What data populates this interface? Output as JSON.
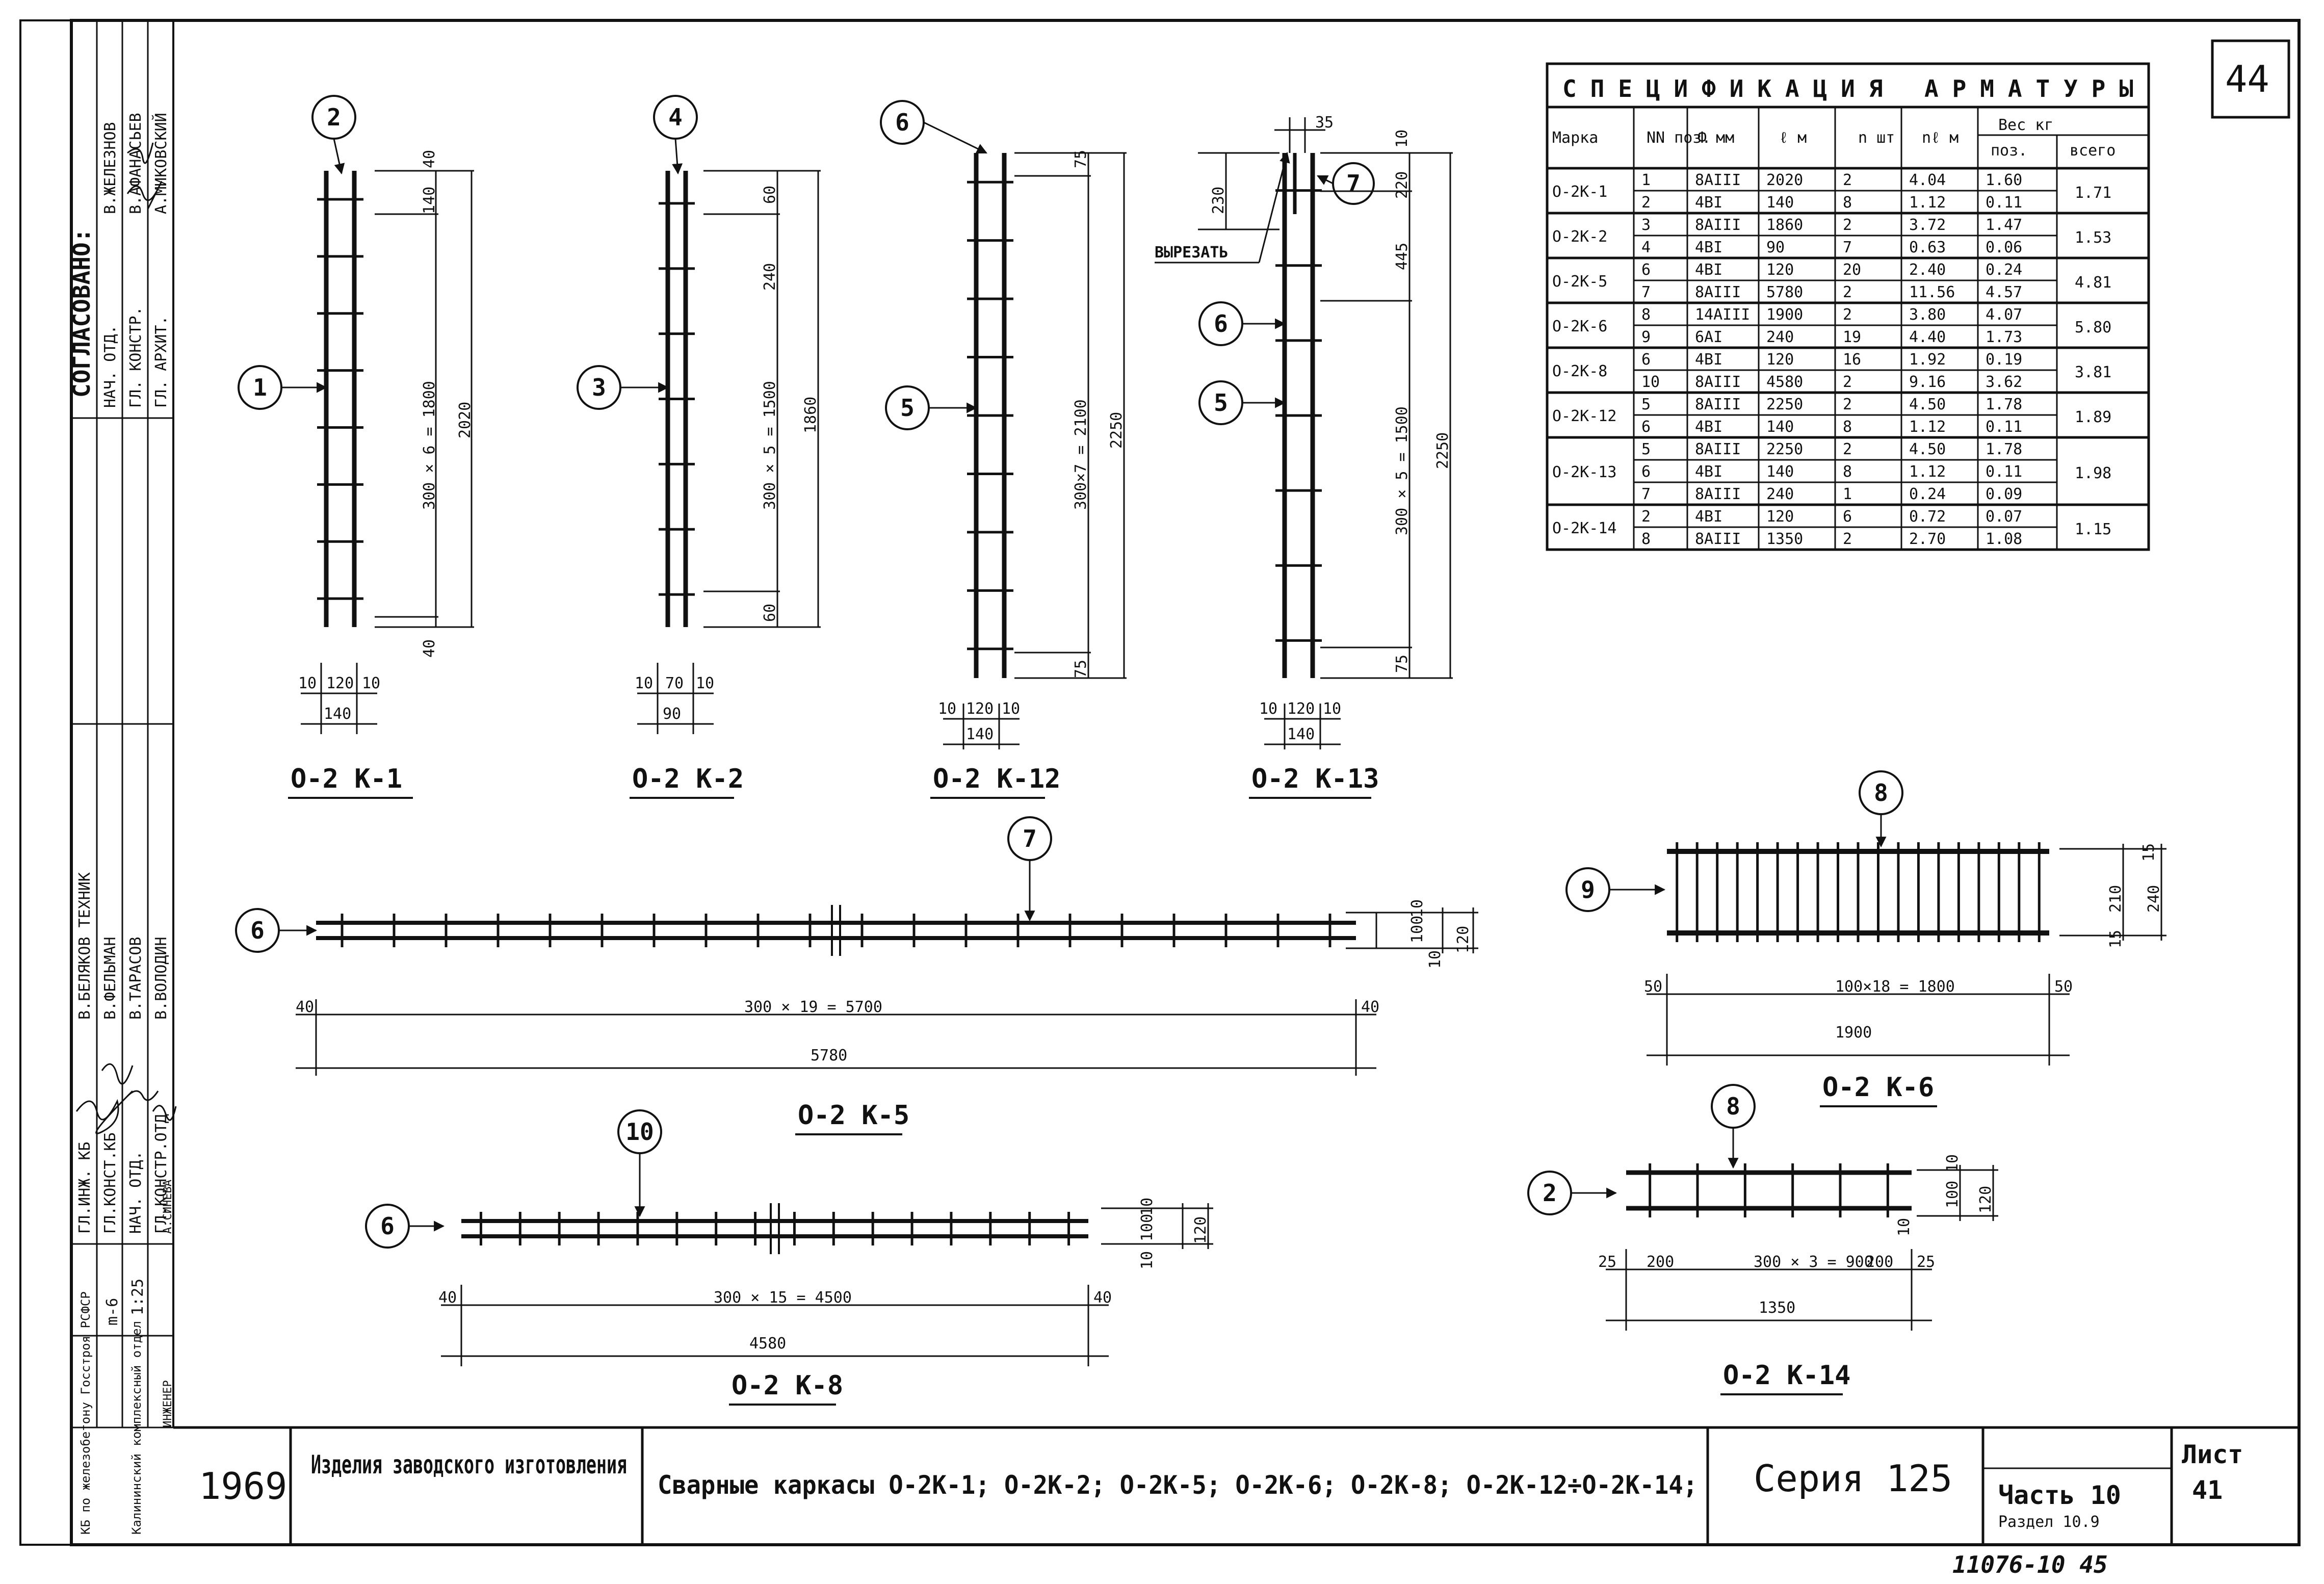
{
  "sheet": {
    "sheet_number": "44",
    "bottom_note": "11076-10 45"
  },
  "approval": {
    "title": "СОГЛАСОВАНО:",
    "rows": [
      {
        "role": "НАЧ. ОТД.",
        "name": "В.ЖЕЛЕЗНОВ"
      },
      {
        "role": "ГЛ. КОНСТР.",
        "name": "В.АФАНАСЬЕВ"
      },
      {
        "role": "ГЛ. АРХИТ.",
        "name": "А.МИКОВСКИЙ"
      }
    ],
    "staff": [
      {
        "role": "ГЛ.ИНЖ. КБ",
        "name": "В.БЕЛЯКОВ ТЕХНИК"
      },
      {
        "role": "ГЛ.КОНСТ.КБ",
        "name": "В.ФЕЛЬМАН"
      },
      {
        "role": "НАЧ. ОТД.",
        "name": "В.ТАРАСОВ"
      },
      {
        "role": "ГЛ.КОНСТР.ОТД",
        "name": "В.ВОЛОДИН"
      },
      {
        "role": "ИНЖЕНЕР",
        "name": "А.СИНЕВА"
      }
    ],
    "sheet_code": "m-6",
    "scale": "1:25",
    "org": "КБ по железобетону Госстроя РСФСР",
    "org_dept": "Калининский комплексный отдел"
  },
  "title_block": {
    "year": "1969",
    "product": "Изделия заводского изготовления",
    "title": "Сварные каркасы О-2К-1; О-2К-2; О-2К-5; О-2К-6; О-2К-8; О-2К-12÷О-2К-14;",
    "series": "Серия 125",
    "part": "Часть 10",
    "section": "Раздел 10.9",
    "sheet_label": "Лист",
    "sheet_no": "41"
  },
  "spec": {
    "title": "СПЕЦИФИКАЦИЯ АРМАТУРЫ",
    "headers": [
      "Марка",
      "NN поз.",
      "Ф мм",
      "ℓ м",
      "n шт",
      "nℓ м",
      "Вес кг"
    ],
    "weight_sub": [
      "поз.",
      "всего"
    ],
    "rows": [
      {
        "mark": "О-2К-1",
        "items": [
          [
            "1",
            "8АIII",
            "2020",
            "2",
            "4.04",
            "1.60"
          ],
          [
            "2",
            "4ВI",
            "140",
            "8",
            "1.12",
            "0.11"
          ]
        ],
        "total": "1.71"
      },
      {
        "mark": "О-2К-2",
        "items": [
          [
            "3",
            "8АIII",
            "1860",
            "2",
            "3.72",
            "1.47"
          ],
          [
            "4",
            "4ВI",
            "90",
            "7",
            "0.63",
            "0.06"
          ]
        ],
        "total": "1.53"
      },
      {
        "mark": "О-2К-5",
        "items": [
          [
            "6",
            "4ВI",
            "120",
            "20",
            "2.40",
            "0.24"
          ],
          [
            "7",
            "8АIII",
            "5780",
            "2",
            "11.56",
            "4.57"
          ]
        ],
        "total": "4.81"
      },
      {
        "mark": "О-2К-6",
        "items": [
          [
            "8",
            "14АIII",
            "1900",
            "2",
            "3.80",
            "4.07"
          ],
          [
            "9",
            "6АI",
            "240",
            "19",
            "4.40",
            "1.73"
          ]
        ],
        "total": "5.80"
      },
      {
        "mark": "О-2К-8",
        "items": [
          [
            "6",
            "4ВI",
            "120",
            "16",
            "1.92",
            "0.19"
          ],
          [
            "10",
            "8АIII",
            "4580",
            "2",
            "9.16",
            "3.62"
          ]
        ],
        "total": "3.81"
      },
      {
        "mark": "О-2К-12",
        "items": [
          [
            "5",
            "8АIII",
            "2250",
            "2",
            "4.50",
            "1.78"
          ],
          [
            "6",
            "4ВI",
            "140",
            "8",
            "1.12",
            "0.11"
          ]
        ],
        "total": "1.89"
      },
      {
        "mark": "О-2К-13",
        "items": [
          [
            "5",
            "8АIII",
            "2250",
            "2",
            "4.50",
            "1.78"
          ],
          [
            "6",
            "4ВI",
            "140",
            "8",
            "1.12",
            "0.11"
          ],
          [
            "7",
            "8АIII",
            "240",
            "1",
            "0.24",
            "0.09"
          ]
        ],
        "total": "1.98"
      },
      {
        "mark": "О-2К-14",
        "items": [
          [
            "2",
            "4ВI",
            "120",
            "6",
            "0.72",
            "0.07"
          ],
          [
            "8",
            "8АIII",
            "1350",
            "2",
            "2.70",
            "1.08"
          ]
        ],
        "total": "1.15"
      }
    ]
  },
  "drawings": {
    "k1": {
      "caption": "О-2 К-1",
      "pos_top": "2",
      "pos_side": "1",
      "dim_span": "300 × 6 = 1800",
      "dim_total": "2020",
      "d40a": "40",
      "d40b": "40",
      "d140": "140",
      "w1": "10",
      "w2": "120",
      "w3": "10",
      "wt": "140"
    },
    "k2": {
      "caption": "О-2 К-2",
      "pos_top": "4",
      "pos_side": "3",
      "dim_span": "300 × 5 = 1500",
      "dim_total": "1860",
      "d60a": "60",
      "d60b": "60",
      "d240": "240",
      "w1": "10",
      "w2": "70",
      "w3": "10",
      "wt": "90"
    },
    "k12": {
      "caption": "О-2 К-12",
      "pos_top": "6",
      "pos_side": "5",
      "dim_span": "300×7 = 2100",
      "dim_total": "2250",
      "d75a": "75",
      "d75b": "75",
      "w1": "10",
      "w2": "120",
      "w3": "10",
      "wt": "140"
    },
    "k13": {
      "caption": "О-2 К-13",
      "pos_7": "7",
      "pos_6": "6",
      "pos_5": "5",
      "cut": "ВЫРЕЗАТЬ",
      "d35": "35",
      "d10": "10",
      "d230": "230",
      "d220": "220",
      "d445": "445",
      "dim_span": "300 × 5 = 1500",
      "dim_total": "2250",
      "d75": "75",
      "w1": "10",
      "w2": "120",
      "w3": "10",
      "wt": "140"
    },
    "k5": {
      "caption": "О-2 К-5",
      "pos_left": "6",
      "pos_top": "7",
      "dim_span": "300 × 19 = 5700",
      "dim_total": "5780",
      "d40a": "40",
      "d40b": "40",
      "h10": "10",
      "h100": "100",
      "h10b": "10",
      "h120": "120"
    },
    "k8": {
      "caption": "О-2 К-8",
      "pos_left": "6",
      "pos_top": "10",
      "dim_span": "300 × 15 = 4500",
      "dim_total": "4580",
      "d40a": "40",
      "d40b": "40",
      "h10": "10",
      "h100": "100",
      "h10b": "10",
      "h120": "120"
    },
    "k6": {
      "caption": "О-2 К-6",
      "pos_left": "9",
      "pos_top": "8",
      "dim_span": "100×18 = 1800",
      "dim_total": "1900",
      "d50a": "50",
      "d50b": "50",
      "h15": "15",
      "h210": "210",
      "h15b": "15",
      "h240": "240"
    },
    "k14": {
      "caption": "О-2 К-14",
      "pos_left": "2",
      "pos_top": "8",
      "dim_span": "300 × 3 = 900",
      "dim_total": "1350",
      "d25a": "25",
      "d200a": "200",
      "d200b": "200",
      "d25b": "25",
      "h10": "10",
      "h100": "100",
      "h10b": "10",
      "h120": "120"
    }
  }
}
